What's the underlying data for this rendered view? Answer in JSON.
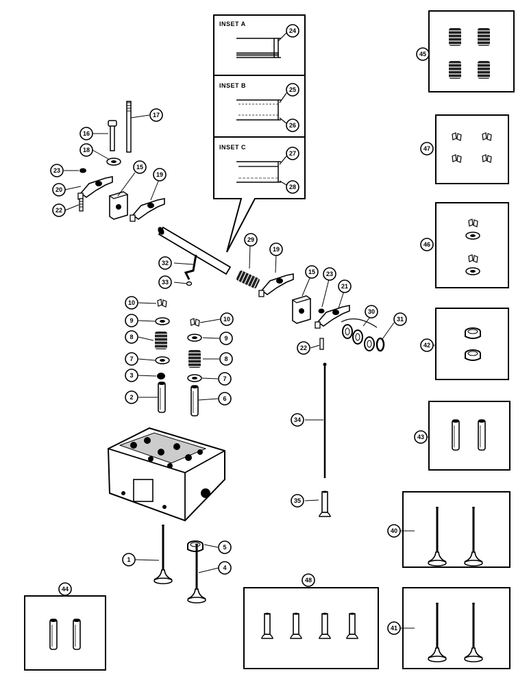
{
  "insets": [
    {
      "title": "INSET A",
      "callouts": [
        "24"
      ]
    },
    {
      "title": "INSET B",
      "callouts": [
        "25",
        "26"
      ]
    },
    {
      "title": "INSET C",
      "callouts": [
        "27",
        "28"
      ]
    }
  ],
  "callouts": [
    "1",
    "2",
    "3",
    "4",
    "5",
    "6",
    "7",
    "8",
    "9",
    "10",
    "15",
    "16",
    "17",
    "18",
    "19",
    "20",
    "21",
    "22",
    "23",
    "29",
    "30",
    "31",
    "32",
    "33",
    "34",
    "35",
    "40",
    "41",
    "42",
    "43",
    "44",
    "45",
    "46",
    "47",
    "48"
  ],
  "callout_labels": {
    "c1": "1",
    "c2": "2",
    "c3": "3",
    "c4": "4",
    "c5": "5",
    "c6": "6",
    "c7a": "7",
    "c7b": "7",
    "c8a": "8",
    "c8b": "8",
    "c9a": "9",
    "c9b": "9",
    "c10a": "10",
    "c10b": "10",
    "c15a": "15",
    "c15b": "15",
    "c16": "16",
    "c17": "17",
    "c18": "18",
    "c19a": "19",
    "c19b": "19",
    "c20": "20",
    "c21": "21",
    "c22a": "22",
    "c22b": "22",
    "c23a": "23",
    "c23b": "23",
    "c24": "24",
    "c25": "25",
    "c26": "26",
    "c27": "27",
    "c28": "28",
    "c29": "29",
    "c30": "30",
    "c31": "31",
    "c32": "32",
    "c33": "33",
    "c34": "34",
    "c35": "35",
    "c40": "40",
    "c41": "41",
    "c42": "42",
    "c43": "43",
    "c44": "44",
    "c45": "45",
    "c46": "46",
    "c47": "47",
    "c48": "48"
  },
  "colors": {
    "ink": "#000000",
    "paper": "#ffffff",
    "shade": "#555555"
  }
}
